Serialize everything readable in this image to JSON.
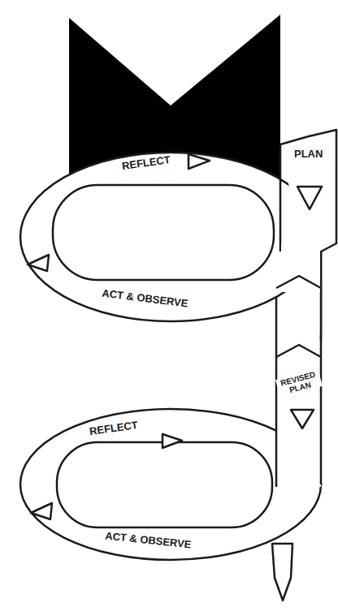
{
  "diagram": {
    "labels": [
      "REFLECT",
      "PLAN",
      "ACT & OBSERVE",
      "REVISED PLAN",
      "REFLECT",
      "ACT & OBSERVE"
    ]
  }
}
